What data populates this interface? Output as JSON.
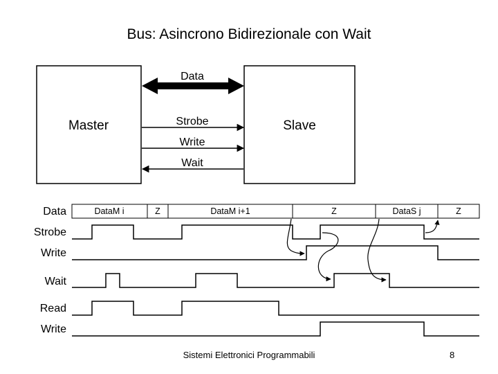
{
  "title": "Bus: Asincrono Bidirezionale con Wait",
  "block_diagram": {
    "master_label": "Master",
    "slave_label": "Slave",
    "wires": {
      "data": "Data",
      "strobe": "Strobe",
      "write": "Write",
      "wait": "Wait"
    }
  },
  "timing": {
    "signal_labels": [
      "Data",
      "Strobe",
      "Write",
      "Wait",
      "Read",
      "Write"
    ],
    "bus_segments": [
      "DataM i",
      "Z",
      "DataM i+1",
      "Z",
      "DataS j",
      "Z"
    ]
  },
  "footer": {
    "text": "Sistemi Elettronici Programmabili",
    "page": "8"
  }
}
